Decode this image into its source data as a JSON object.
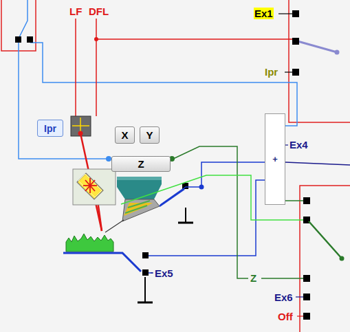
{
  "diagram": {
    "nodes": [
      {
        "text": [
          "Ipr"
        ]
      },
      {
        "text": [
          "X"
        ]
      },
      {
        "text": [
          "Y"
        ]
      },
      {
        "text": [
          "Z"
        ]
      },
      {
        "text": [
          "+"
        ]
      }
    ],
    "labels": [
      "LF",
      "DFL",
      "Ex1",
      "Ipr",
      "Ex4",
      "Ex5",
      "Z",
      "Ex6",
      "Off"
    ]
  }
}
